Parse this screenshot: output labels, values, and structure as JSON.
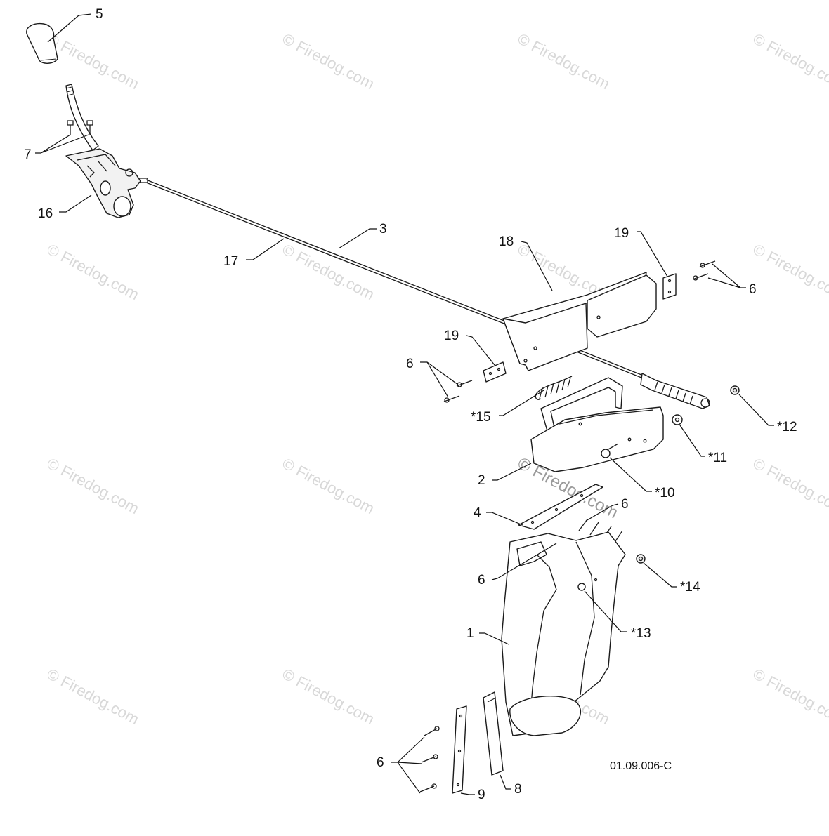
{
  "watermark": "© Firedog.com",
  "drawing_code": "01.09.006-C",
  "callouts": {
    "c5": "5",
    "c7": "7",
    "c16": "16",
    "c17": "17",
    "c3": "3",
    "c18": "18",
    "c19a": "19",
    "c6a": "6",
    "c19b": "19",
    "c6b": "6",
    "c15": "*15",
    "c12": "*12",
    "c11": "*11",
    "c10": "*10",
    "c2": "2",
    "c4": "4",
    "c6c": "6",
    "c6d": "6",
    "c14": "*14",
    "c13": "*13",
    "c1": "1",
    "c6e": "6",
    "c9": "9",
    "c8": "8"
  }
}
